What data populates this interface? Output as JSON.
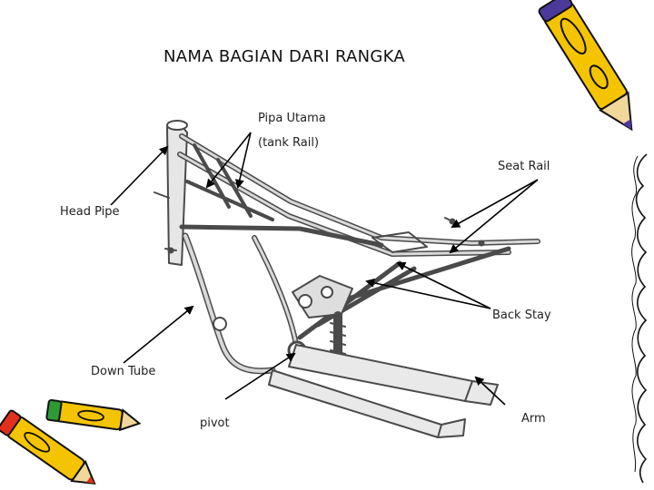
{
  "slide": {
    "title": "NAMA BAGIAN DARI RANGKA",
    "labels": {
      "pipa_utama": "Pipa Utama",
      "tank_rail": "(tank Rail)",
      "seat_rail": "Seat Rail",
      "head_pipe": "Head Pipe",
      "back_stay": "Back Stay",
      "down_tube": "Down Tube",
      "pivot": "pivot",
      "arm": "Arm"
    }
  },
  "colors": {
    "frame_stroke": "#4a4a4a",
    "frame_fill": "#d9d9d9",
    "arrow": "#000000",
    "pencil_yellow": "#f5c400",
    "pencil_red": "#e0301e",
    "pencil_green": "#2e9a35",
    "pencil_purple": "#4b3a9a"
  },
  "icons": [
    "pencil-clipart-top-right",
    "pencils-clipart-bottom-left",
    "scribble-border-right"
  ]
}
